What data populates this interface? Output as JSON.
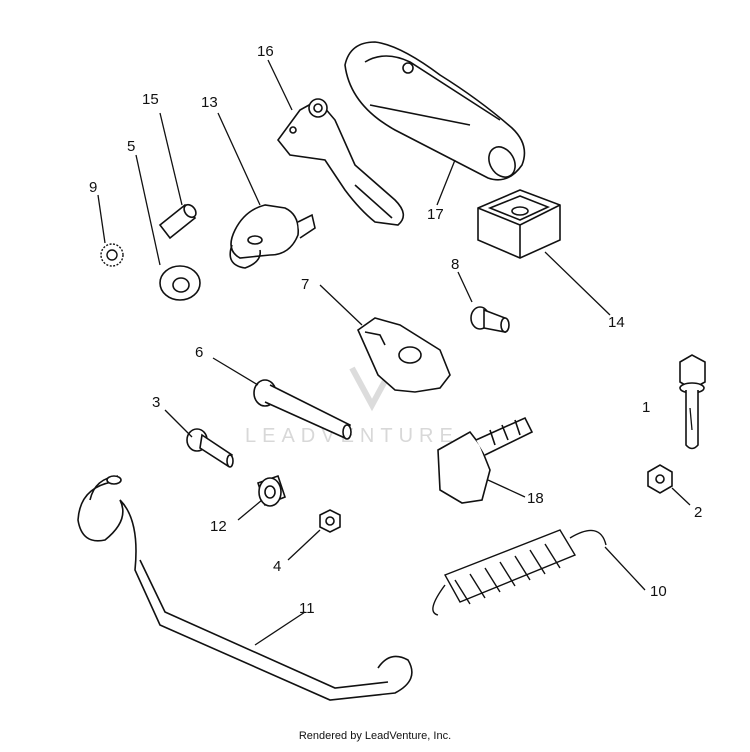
{
  "callouts": [
    "1",
    "2",
    "3",
    "4",
    "5",
    "6",
    "7",
    "8",
    "9",
    "10",
    "11",
    "12",
    "13",
    "14",
    "15",
    "16",
    "17",
    "18"
  ],
  "watermark": "LEADVENTURE",
  "footer": "Rendered by LeadVenture, Inc."
}
